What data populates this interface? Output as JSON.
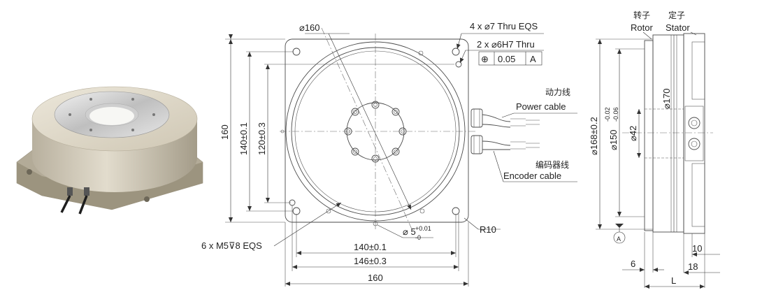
{
  "front_view": {
    "dia_160": "⌀160",
    "holes_4x7": "4 x ⌀7 Thru EQS",
    "holes_2x6": "2 x ⌀6H7 Thru",
    "tolerance_symbol": "⊕",
    "tolerance_value": "0.05",
    "tolerance_datum": "A",
    "power_cn": "动力线",
    "power_en": "Power cable",
    "encoder_cn": "编码器线",
    "encoder_en": "Encoder cable",
    "height_160": "160",
    "height_140": "140±0.1",
    "height_120": "120±0.3",
    "width_140": "140±0.1",
    "width_146": "146±0.3",
    "width_160": "160",
    "tap_holes": "6 x M5⊽8 EQS",
    "pin_hole_main": "⌀ 5",
    "pin_hole_upper": "+0.01",
    "pin_hole_lower": "-0",
    "radius": "R10"
  },
  "side_view": {
    "rotor_cn": "转子",
    "rotor_en": "Rotor",
    "stator_cn": "定子",
    "stator_en": "Stator",
    "dia_168": "⌀168±0.2",
    "dia_150_main": "⌀150",
    "dia_150_upper": "-0.02",
    "dia_150_lower": "-0.06",
    "dia_170": "⌀170",
    "dia_42": "⌀42",
    "datum_label": "A",
    "dim_6": "6",
    "dim_10": "10",
    "dim_18": "18",
    "dim_L": "L"
  }
}
